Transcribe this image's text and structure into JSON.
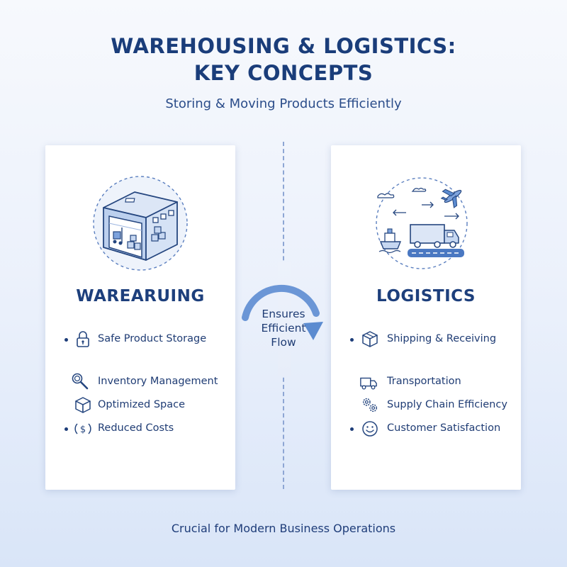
{
  "header": {
    "title_line1": "WAREHOUSING & LOGISTICS:",
    "title_line2": "KEY CONCEPTS",
    "subtitle": "Storing & Moving Products Efficiently"
  },
  "left_card": {
    "title": "WAREARUING",
    "hero_icon": "warehouse-icon",
    "items": [
      {
        "label": "Safe Product Storage",
        "icon": "lock-icon",
        "bullet": true
      },
      {
        "label": "Inventory Management",
        "icon": "magnifier-icon",
        "bullet": false
      },
      {
        "label": "Optimized Space",
        "icon": "box-icon",
        "bullet": false
      },
      {
        "label": "Reduced Costs",
        "icon": "dollar-icon",
        "bullet": true
      }
    ]
  },
  "right_card": {
    "title": "LOGISTICS",
    "hero_icon": "transport-network-icon",
    "items": [
      {
        "label": "Shipping & Receiving",
        "icon": "package-icon",
        "bullet": true
      },
      {
        "label": "Transportation",
        "icon": "truck-icon",
        "bullet": false
      },
      {
        "label": "Supply Chain Efficiency",
        "icon": "gears-icon",
        "bullet": false
      },
      {
        "label": "Customer Satisfaction",
        "icon": "smiley-icon",
        "bullet": true
      }
    ]
  },
  "connector": {
    "line1": "Ensures",
    "line2": "Efficient",
    "line3": "Flow"
  },
  "footer": "Crucial for Modern Business Operations",
  "colors": {
    "primary": "#1d3d79",
    "accent": "#5b8bd0",
    "light_accent": "#c9d8f0"
  }
}
